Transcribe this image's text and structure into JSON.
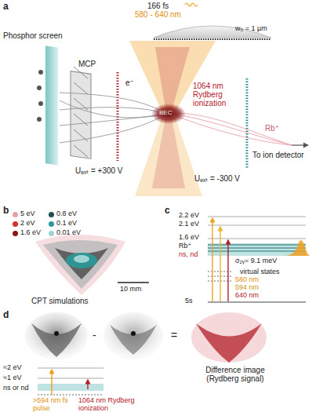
{
  "diagram": {
    "labels": [
      "a",
      "166 fs",
      "580 - 640 nm",
      "w₀ = 1 µm",
      "Phosphor screen",
      "MCP",
      "e⁻",
      "1064 nm Rydberg ionization",
      "BEC",
      "Rb⁺",
      "To ion detector",
      "Uₑₓₜ = +300 V",
      "Uₑₓₜ = -300 V",
      "b",
      "10 mm",
      "CPT simulations",
      "c",
      "2.2 eV",
      "2.1 eV",
      "1.6 eV",
      "Rb⁺",
      "ns, nd",
      "σ₂ᵧ= 9.1 meV",
      "virtual states",
      "580 nm",
      "594 nm",
      "640 nm",
      "5s",
      "d",
      "-",
      "=",
      "≈2 eV",
      "≈1 eV",
      "ns or nd",
      ">594 nm fs pulse",
      "1064 nm Rydberg ionization",
      "Difference image (Rydberg signal)"
    ],
    "legend": [
      {
        "text": "5 eV",
        "color": "#e8a0a8"
      },
      {
        "text": "2 eV",
        "color": "#d03030"
      },
      {
        "text": "1.6 eV",
        "color": "#8a1a1a"
      },
      {
        "text": "0.8 eV",
        "color": "#1f4f50"
      },
      {
        "text": "0.1 eV",
        "color": "#2a9a9a"
      },
      {
        "text": "0.01 eV",
        "color": "#9fd4d4"
      }
    ]
  }
}
